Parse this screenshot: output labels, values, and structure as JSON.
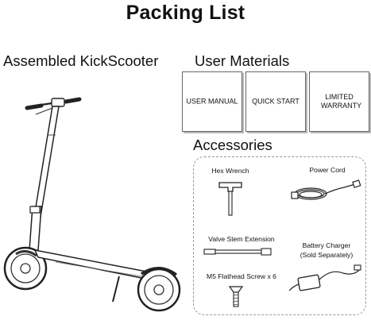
{
  "page": {
    "title": "Packing List"
  },
  "left": {
    "heading": "Assembled KickScooter",
    "image_icon": "kickscooter-illustration"
  },
  "user_materials": {
    "heading": "User Materials",
    "items": [
      {
        "label": "USER MANUAL"
      },
      {
        "label": "QUICK START"
      },
      {
        "label": "LIMITED WARRANTY"
      }
    ]
  },
  "accessories": {
    "heading": "Accessories",
    "items": [
      {
        "label": "Hex Wrench",
        "icon": "hex-wrench-icon"
      },
      {
        "label": "Power Cord",
        "icon": "power-cord-icon"
      },
      {
        "label": "Valve Stem Extension",
        "icon": "valve-stem-extension-icon"
      },
      {
        "label": "Battery Charger",
        "sublabel": "(Sold Separately)",
        "icon": "battery-charger-icon"
      },
      {
        "label": "M5 Flathead Screw x 6",
        "icon": "flathead-screw-icon"
      }
    ]
  }
}
